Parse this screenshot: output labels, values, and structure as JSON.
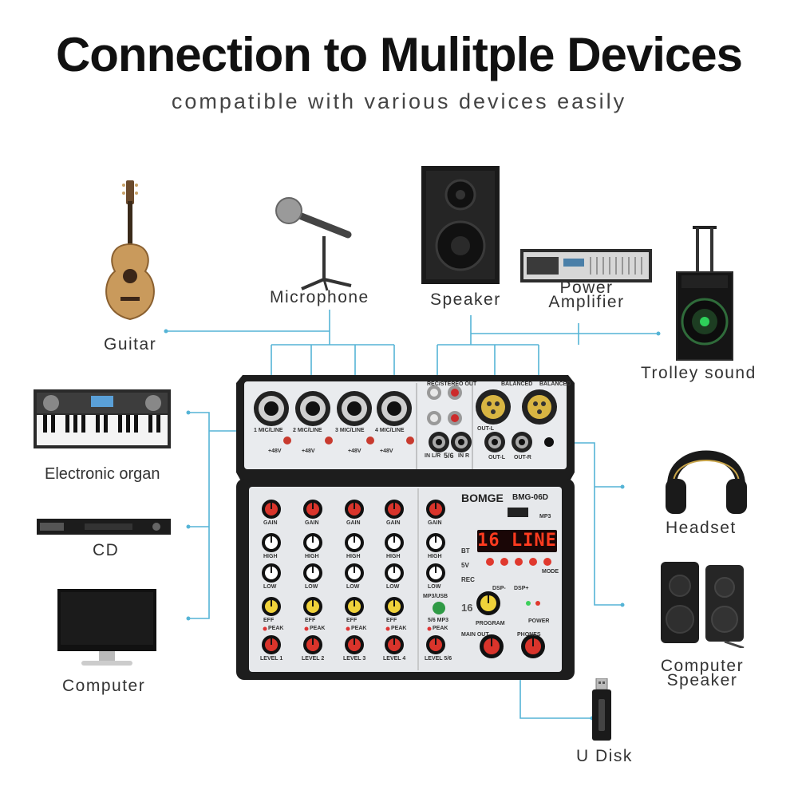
{
  "header": {
    "title": "Connection to Mulitple Devices",
    "subtitle": "compatible with various devices easily"
  },
  "devices": {
    "guitar": "Guitar",
    "microphone": "Microphone",
    "speaker": "Speaker",
    "power_amplifier_line1": "Power",
    "power_amplifier_line2": "Amplifier",
    "trolley_sound": "Trolley sound",
    "electronic_organ": "Electronic organ",
    "cd": "CD",
    "computer": "Computer",
    "headset": "Headset",
    "computer_speaker_line1": "Computer",
    "computer_speaker_line2": "Speaker",
    "u_disk": "U Disk"
  },
  "mixer": {
    "brand": "BOMGE",
    "model": "BMG-06D",
    "display": "16 LINE",
    "channel_labels": [
      "1 MIC/LINE",
      "2 MIC/LINE",
      "3 MIC/LINE",
      "4 MIC/LINE"
    ],
    "phantom": "+48V",
    "in_lr": "IN L/R",
    "ch56": "5/6",
    "in_r": "IN R",
    "out_l": "OUT-L",
    "out_r": "OUT-R",
    "balanced": "BALANCED",
    "rec_stereo_out": "REC/STEREO OUT",
    "knob_rows": [
      "GAIN",
      "HIGH",
      "LOW",
      "EFF"
    ],
    "levels": [
      "LEVEL 1",
      "LEVEL 2",
      "LEVEL 3",
      "LEVEL 4",
      "LEVEL 5/6"
    ],
    "peak": "PEAK",
    "mp3": "MP3",
    "bt": "BT",
    "five_v": "5V",
    "rec": "REC",
    "mp3usb": "MP3/USB",
    "ch56_mp3": "5/6 MP3",
    "program": "PROGRAM",
    "main_out": "MAIN OUT",
    "phones": "PHONES",
    "power": "POWER",
    "dsp_minus": "DSP-",
    "dsp_plus": "DSP+",
    "mode": "MODE",
    "led_counter": "16"
  },
  "colors": {
    "wire": "#55b4d6",
    "knob_red": "#d9342b",
    "knob_yellow": "#f0d23a",
    "led": "#ff3b1f"
  }
}
